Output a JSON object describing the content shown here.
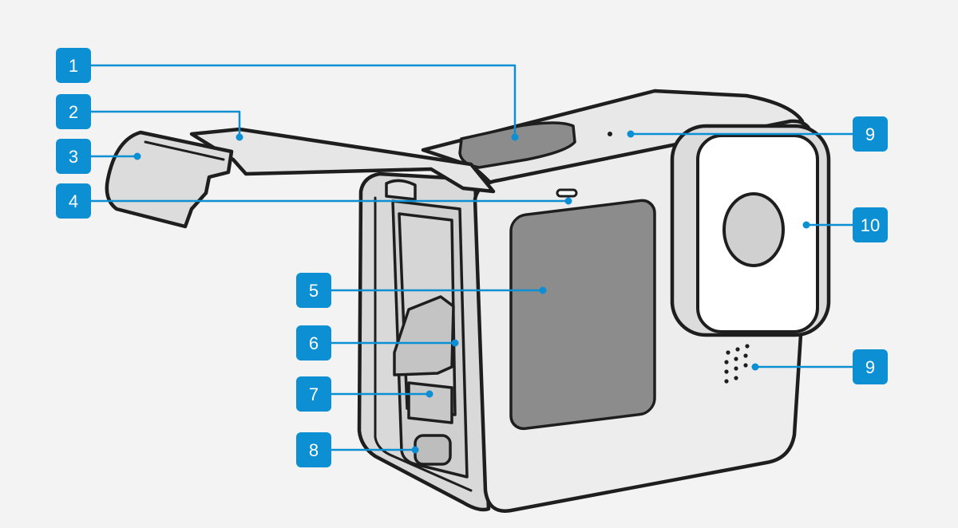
{
  "colors": {
    "background": "#f3f3f3",
    "accent": "#0d8fd3",
    "outline": "#1e1e1e",
    "body_light": "#e8e8e8",
    "body_mid": "#d2d2d2",
    "screen": "#8c8c8c",
    "white": "#ffffff"
  },
  "callouts": [
    {
      "label": "1"
    },
    {
      "label": "2"
    },
    {
      "label": "3"
    },
    {
      "label": "4"
    },
    {
      "label": "5"
    },
    {
      "label": "6"
    },
    {
      "label": "7"
    },
    {
      "label": "8"
    },
    {
      "label": "9"
    },
    {
      "label": "10"
    },
    {
      "label": "9"
    }
  ]
}
